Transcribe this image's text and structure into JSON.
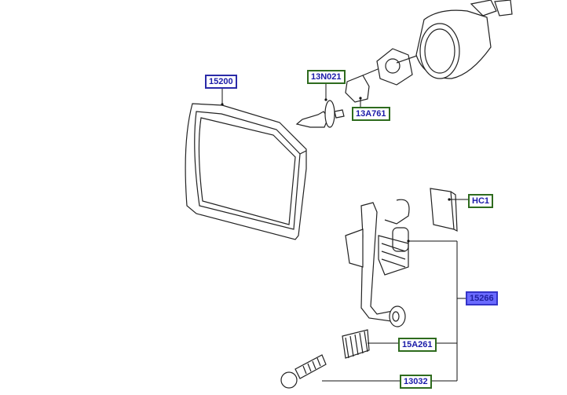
{
  "callouts": {
    "c15200": "15200",
    "c13N021": "13N021",
    "c13A761": "13A761",
    "cHC1": "HC1",
    "c15266": "15266",
    "c15A261": "15A261",
    "c13032": "13032"
  },
  "selected": "15266"
}
